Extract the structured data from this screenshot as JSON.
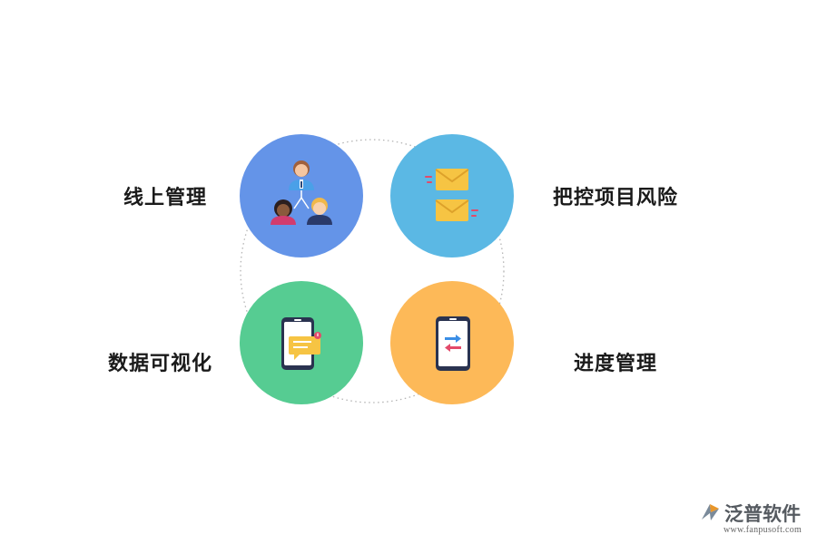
{
  "diagram": {
    "items": [
      {
        "label": "线上管理",
        "color": "#6494e8",
        "icon": "people-hierarchy-icon"
      },
      {
        "label": "把控项目风险",
        "color": "#5bb8e4",
        "icon": "envelopes-icon"
      },
      {
        "label": "数据可视化",
        "color": "#56cc92",
        "icon": "phone-message-icon"
      },
      {
        "label": "进度管理",
        "color": "#fdb958",
        "icon": "phone-transfer-icon"
      }
    ]
  },
  "logo": {
    "name": "泛普软件",
    "url": "www.fanpusoft.com"
  }
}
